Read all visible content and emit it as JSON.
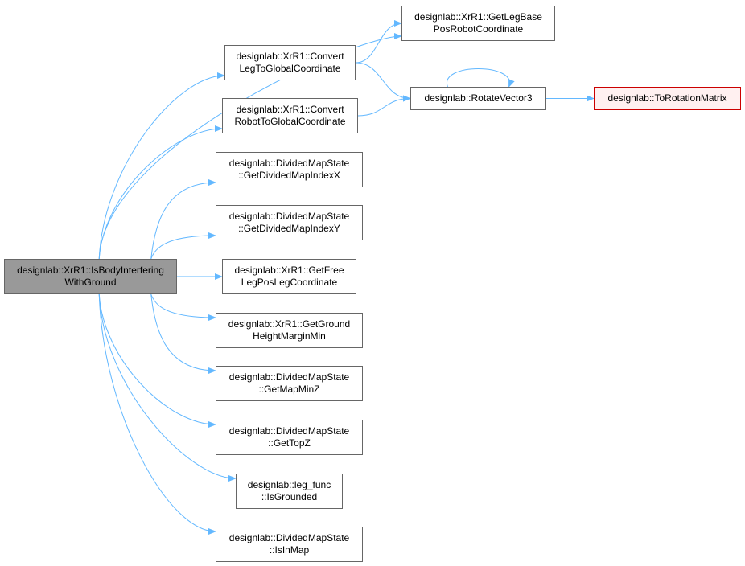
{
  "colors": {
    "edge": "#63b8ff",
    "node_border": "#666666",
    "root_fill": "#999999",
    "red_border": "#cc0000",
    "red_fill": "#fff0f0"
  },
  "nodes": {
    "root": {
      "l1": "designlab::XrR1::IsBodyInterfering",
      "l2": "WithGround"
    },
    "getLegBase": {
      "l1": "designlab::XrR1::GetLegBase",
      "l2": "PosRobotCoordinate"
    },
    "convLeg": {
      "l1": "designlab::XrR1::Convert",
      "l2": "LegToGlobalCoordinate"
    },
    "rotate": {
      "l1": "designlab::RotateVector3",
      "l2": ""
    },
    "toRot": {
      "l1": "designlab::ToRotationMatrix",
      "l2": ""
    },
    "convRobot": {
      "l1": "designlab::XrR1::Convert",
      "l2": "RobotToGlobalCoordinate"
    },
    "idxX": {
      "l1": "designlab::DividedMapState",
      "l2": "::GetDividedMapIndexX"
    },
    "idxY": {
      "l1": "designlab::DividedMapState",
      "l2": "::GetDividedMapIndexY"
    },
    "freeLeg": {
      "l1": "designlab::XrR1::GetFree",
      "l2": "LegPosLegCoordinate"
    },
    "ground": {
      "l1": "designlab::XrR1::GetGround",
      "l2": "HeightMarginMin"
    },
    "minZ": {
      "l1": "designlab::DividedMapState",
      "l2": "::GetMapMinZ"
    },
    "topZ": {
      "l1": "designlab::DividedMapState",
      "l2": "::GetTopZ"
    },
    "grounded": {
      "l1": "designlab::leg_func",
      "l2": "::IsGrounded"
    },
    "inMap": {
      "l1": "designlab::DividedMapState",
      "l2": "::IsInMap"
    }
  },
  "edges": [
    [
      "root",
      "getLegBase"
    ],
    [
      "root",
      "convLeg"
    ],
    [
      "root",
      "convRobot"
    ],
    [
      "root",
      "idxX"
    ],
    [
      "root",
      "idxY"
    ],
    [
      "root",
      "freeLeg"
    ],
    [
      "root",
      "ground"
    ],
    [
      "root",
      "minZ"
    ],
    [
      "root",
      "topZ"
    ],
    [
      "root",
      "grounded"
    ],
    [
      "root",
      "inMap"
    ],
    [
      "convLeg",
      "getLegBase"
    ],
    [
      "convLeg",
      "rotate"
    ],
    [
      "convRobot",
      "rotate"
    ],
    [
      "rotate",
      "rotate"
    ],
    [
      "rotate",
      "toRot"
    ]
  ]
}
